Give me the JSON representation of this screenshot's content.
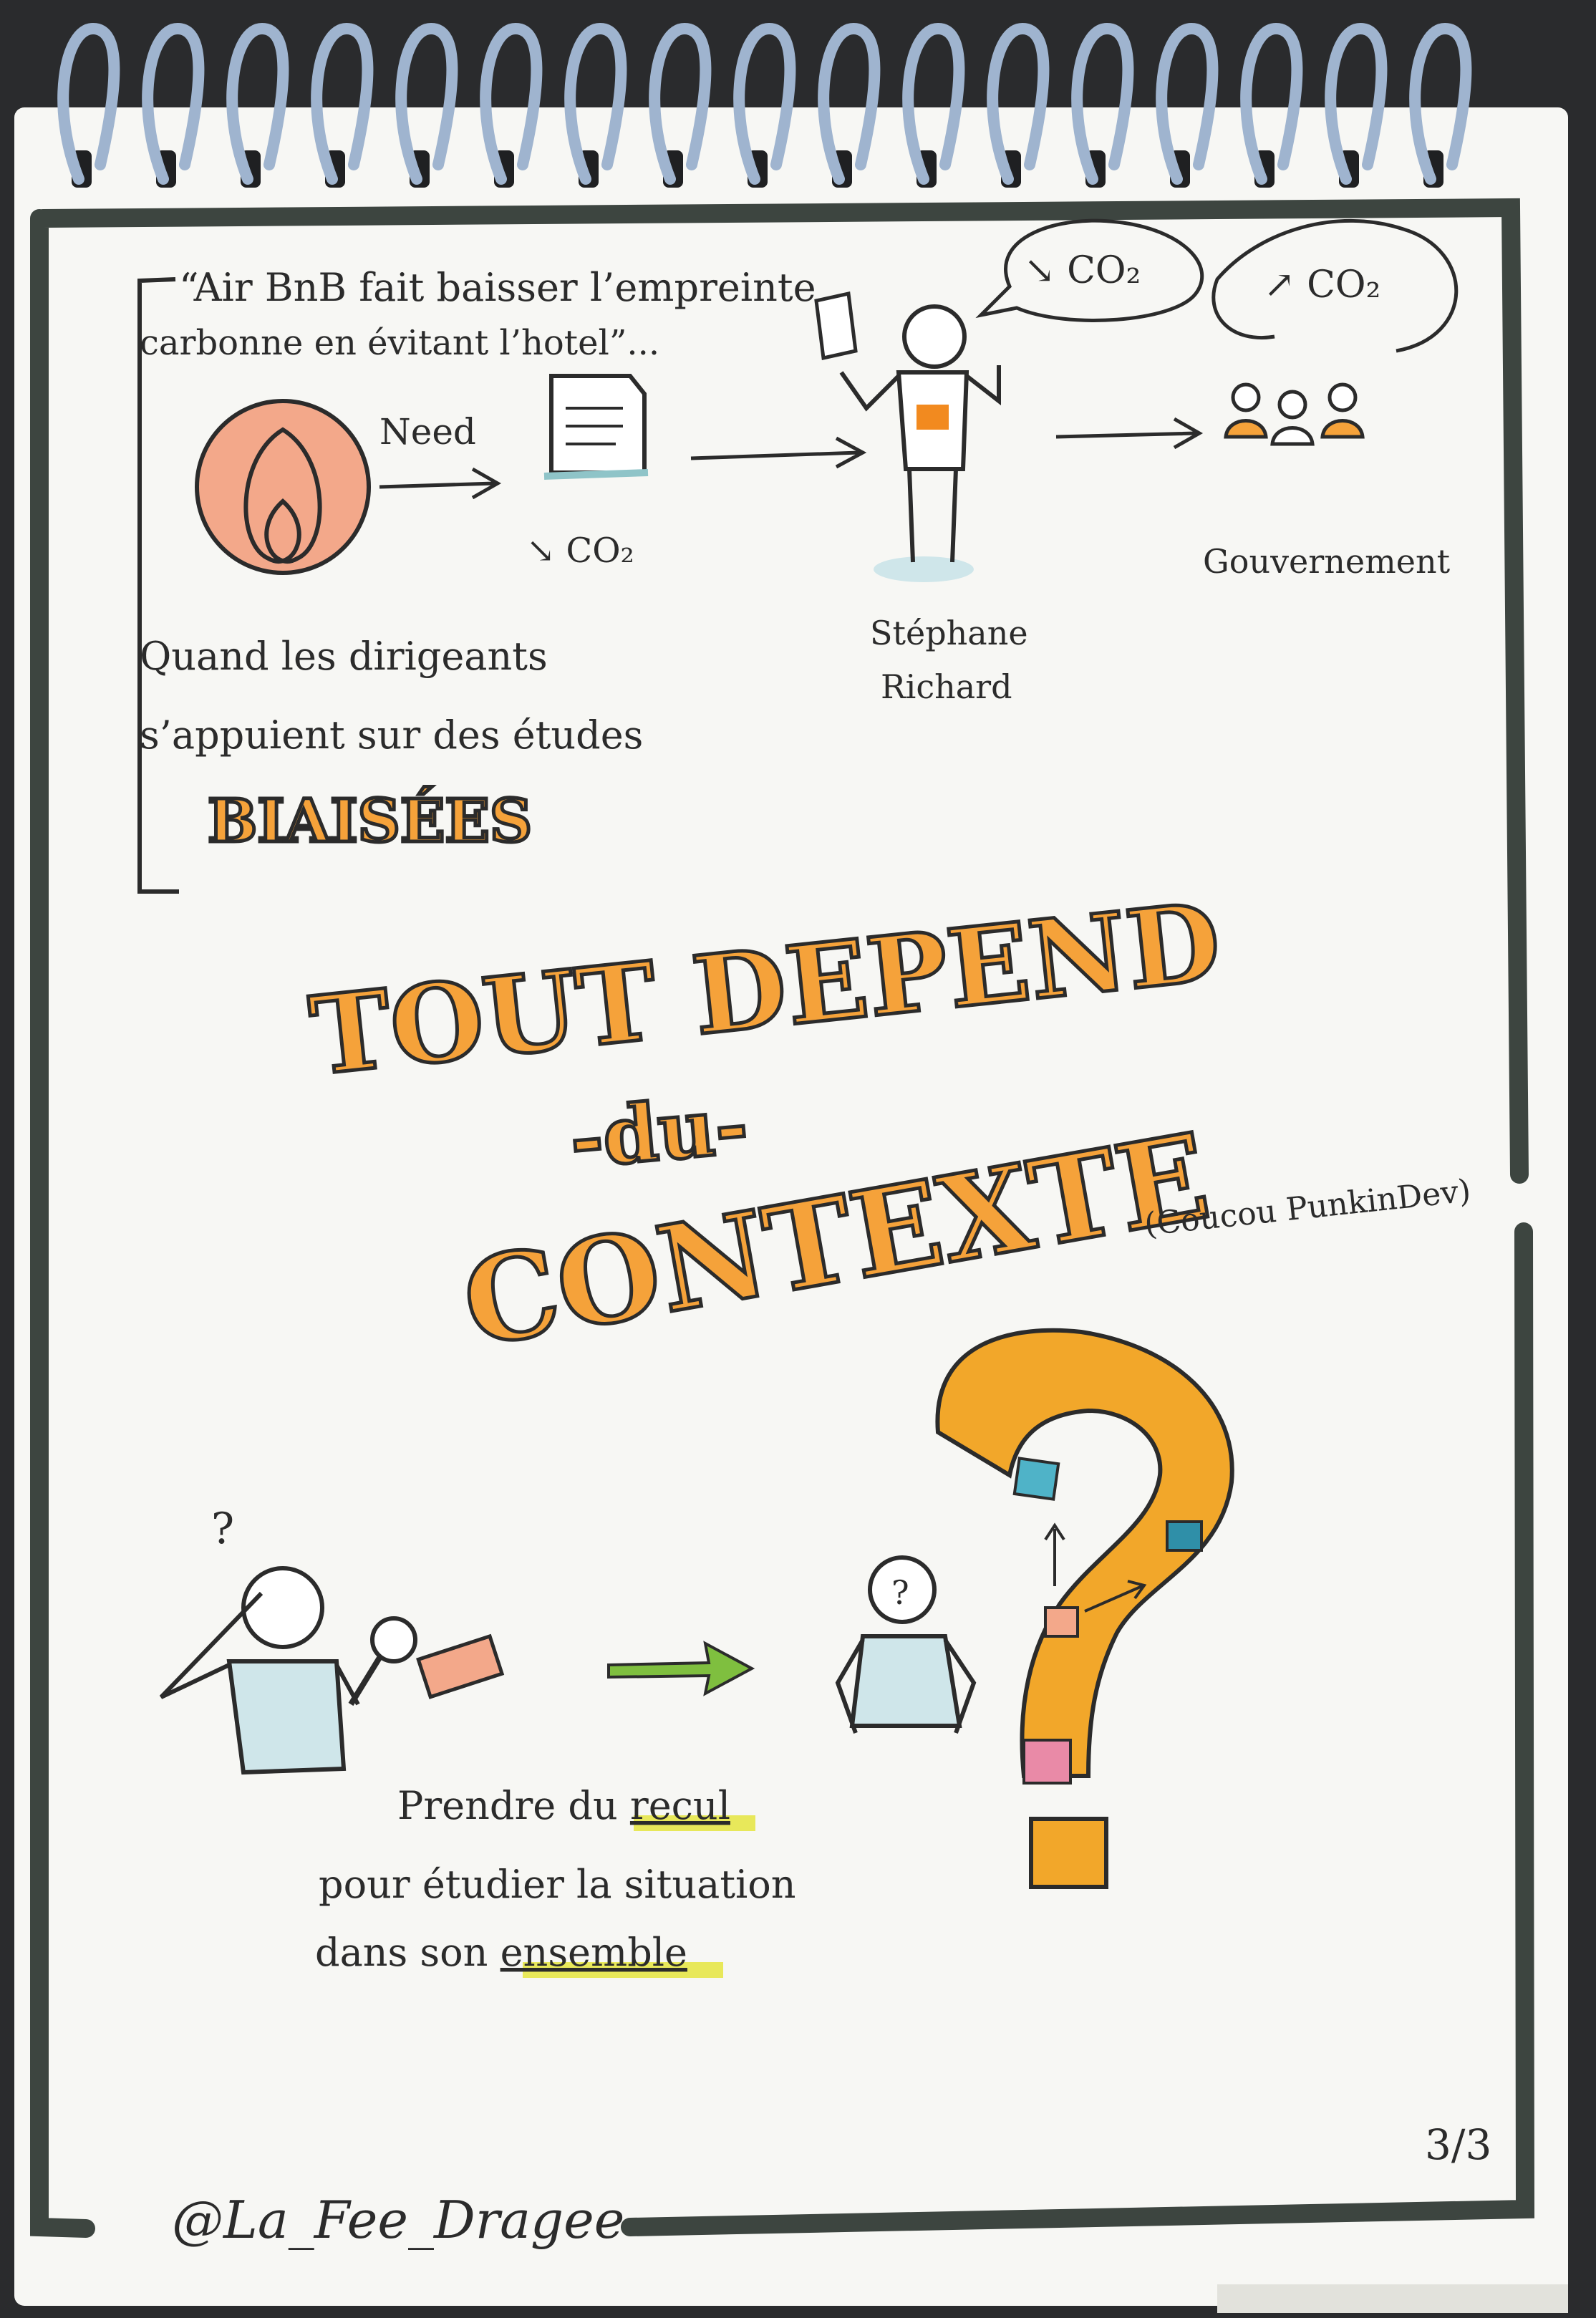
{
  "quote": {
    "line1": "“Air BnB fait baisser l’empreinte",
    "line2": "carbonne en évitant l’hotel”..."
  },
  "need_label": "Need",
  "co2_under_doc": "↘ CO₂",
  "bubble_down_co2": "↘ CO₂",
  "bubble_up_co2": "↗ CO₂",
  "person_name_line1": "Stéphane",
  "person_name_line2": "Richard",
  "government_label": "Gouvernement",
  "caption_top": {
    "line1": "Quand les dirigeants",
    "line2": "s’appuient sur des études",
    "emphasis": "BIAISÉES"
  },
  "headline": {
    "line1": "TOUT DEPEND",
    "line2": "-du-",
    "line3": "CONTEXTE"
  },
  "shoutout": "(Coucou PunkinDev)",
  "thinker_question_mark": "?",
  "confused_person_mark": "?",
  "caption_bottom": {
    "line1_pre": "Prendre du ",
    "line1_emph": "recul",
    "line2": "pour étudier la situation",
    "line3_pre": "dans son ",
    "line3_emph": "ensemble"
  },
  "page_number": "3/3",
  "signature": "@La_Fee_Dragee",
  "colors": {
    "orange": "#f5a23a",
    "salmon": "#f3a88a",
    "teal": "#4fb3c8",
    "pink": "#e98aa7",
    "green": "#7fbf3f",
    "frame": "#3d4540",
    "highlight": "#e8e85a"
  }
}
